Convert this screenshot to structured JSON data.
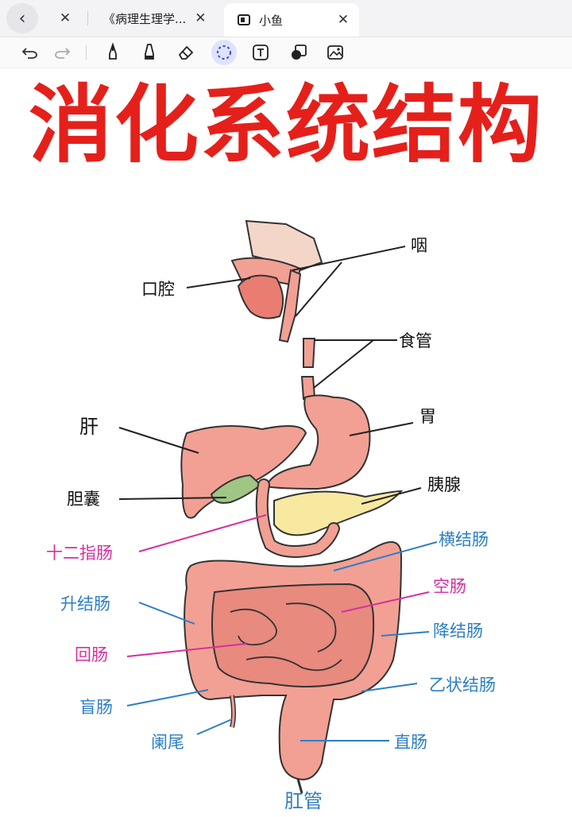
{
  "browser": {
    "back_icon": "chevron-left-icon",
    "tabs": [
      {
        "label": "",
        "close": "✕"
      },
      {
        "label": "《病理生理学...",
        "close": "✕"
      },
      {
        "label": "小鱼",
        "close": "✕",
        "active": true
      }
    ]
  },
  "toolbar": {
    "tools": [
      "undo-icon",
      "redo-icon",
      "pen-icon",
      "highlighter-icon",
      "eraser-icon",
      "lasso-icon",
      "text-icon",
      "shapes-icon",
      "image-icon"
    ],
    "selected": "lasso-icon"
  },
  "page": {
    "title": "消化系统结构",
    "labels": {
      "pharynx": "咽",
      "oral_cavity": "口腔",
      "esophagus": "食管",
      "stomach": "胃",
      "liver": "肝",
      "pancreas": "胰腺",
      "gallbladder": "胆囊",
      "duodenum": "十二指肠",
      "transverse_colon": "横结肠",
      "ascending_colon": "升结肠",
      "jejunum": "空肠",
      "descending_colon": "降结肠",
      "ileum": "回肠",
      "sigmoid_colon": "乙状结肠",
      "cecum": "盲肠",
      "appendix": "阑尾",
      "rectum": "直肠",
      "anus": "肛管"
    }
  },
  "colors": {
    "title": "#e5201b",
    "organ": "#f2a093",
    "organ_dark": "#d9756a",
    "pancreas": "#f8e9a0",
    "gallbladder": "#9fc685",
    "pink_label": "#d6309d",
    "blue_label": "#2c7fc5"
  }
}
